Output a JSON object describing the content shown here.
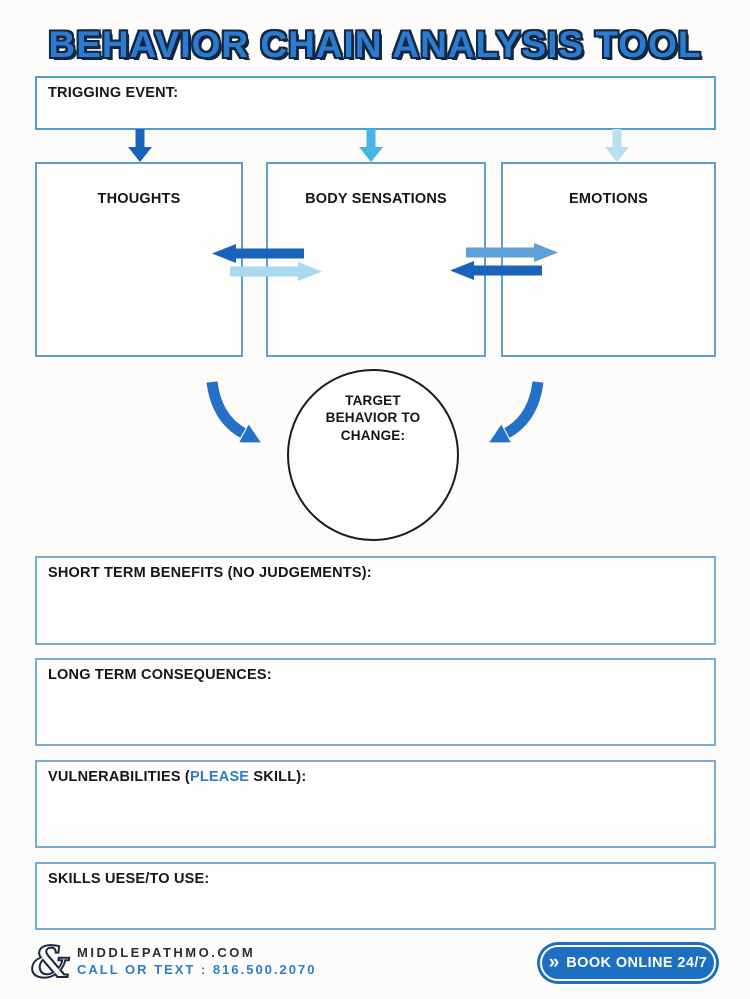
{
  "title": "BEHAVIOR CHAIN ANALYSIS TOOL",
  "sections": {
    "trigger": {
      "label": "TRIGGING EVENT:"
    },
    "thoughts": {
      "label": "THOUGHTS"
    },
    "body_sensations": {
      "label": "BODY SENSATIONS"
    },
    "emotions": {
      "label": "EMOTIONS"
    },
    "target_behavior": {
      "label": "TARGET\nBEHAVIOR TO\nCHANGE:"
    },
    "short_term": {
      "label": "SHORT TERM BENEFITS (NO JUDGEMENTS):"
    },
    "long_term": {
      "label": "LONG TERM CONSEQUENCES:"
    },
    "vulnerabilities": {
      "prefix": "VULNERABILITIES (",
      "highlight": "PLEASE",
      "suffix": " SKILL):"
    },
    "skills": {
      "label": "SKILLS UESE/TO USE:"
    }
  },
  "footer": {
    "logo_glyph": "&",
    "website": "MIDDLEPATHMO.COM",
    "phone": "CALL OR TEXT : 816.500.2070",
    "book_button": {
      "icon": "»",
      "label": "BOOK ONLINE 24/7"
    }
  },
  "colors": {
    "title_fill": "#2b7cce",
    "title_outline": "#142742",
    "dark_blue_arrow": "#1a63bb",
    "sky_blue_arrow": "#45b6e6",
    "steel_blue_arrow": "#5e9fd6",
    "pale_blue_arrow": "#a9d9ee",
    "curved_arrow_blue": "#2471c7",
    "box_border_blue": "#5f9fca",
    "accent_blue": "#2b7cce",
    "button_blue": "#1d6fc2",
    "circle_border": "#1c1c1c"
  }
}
